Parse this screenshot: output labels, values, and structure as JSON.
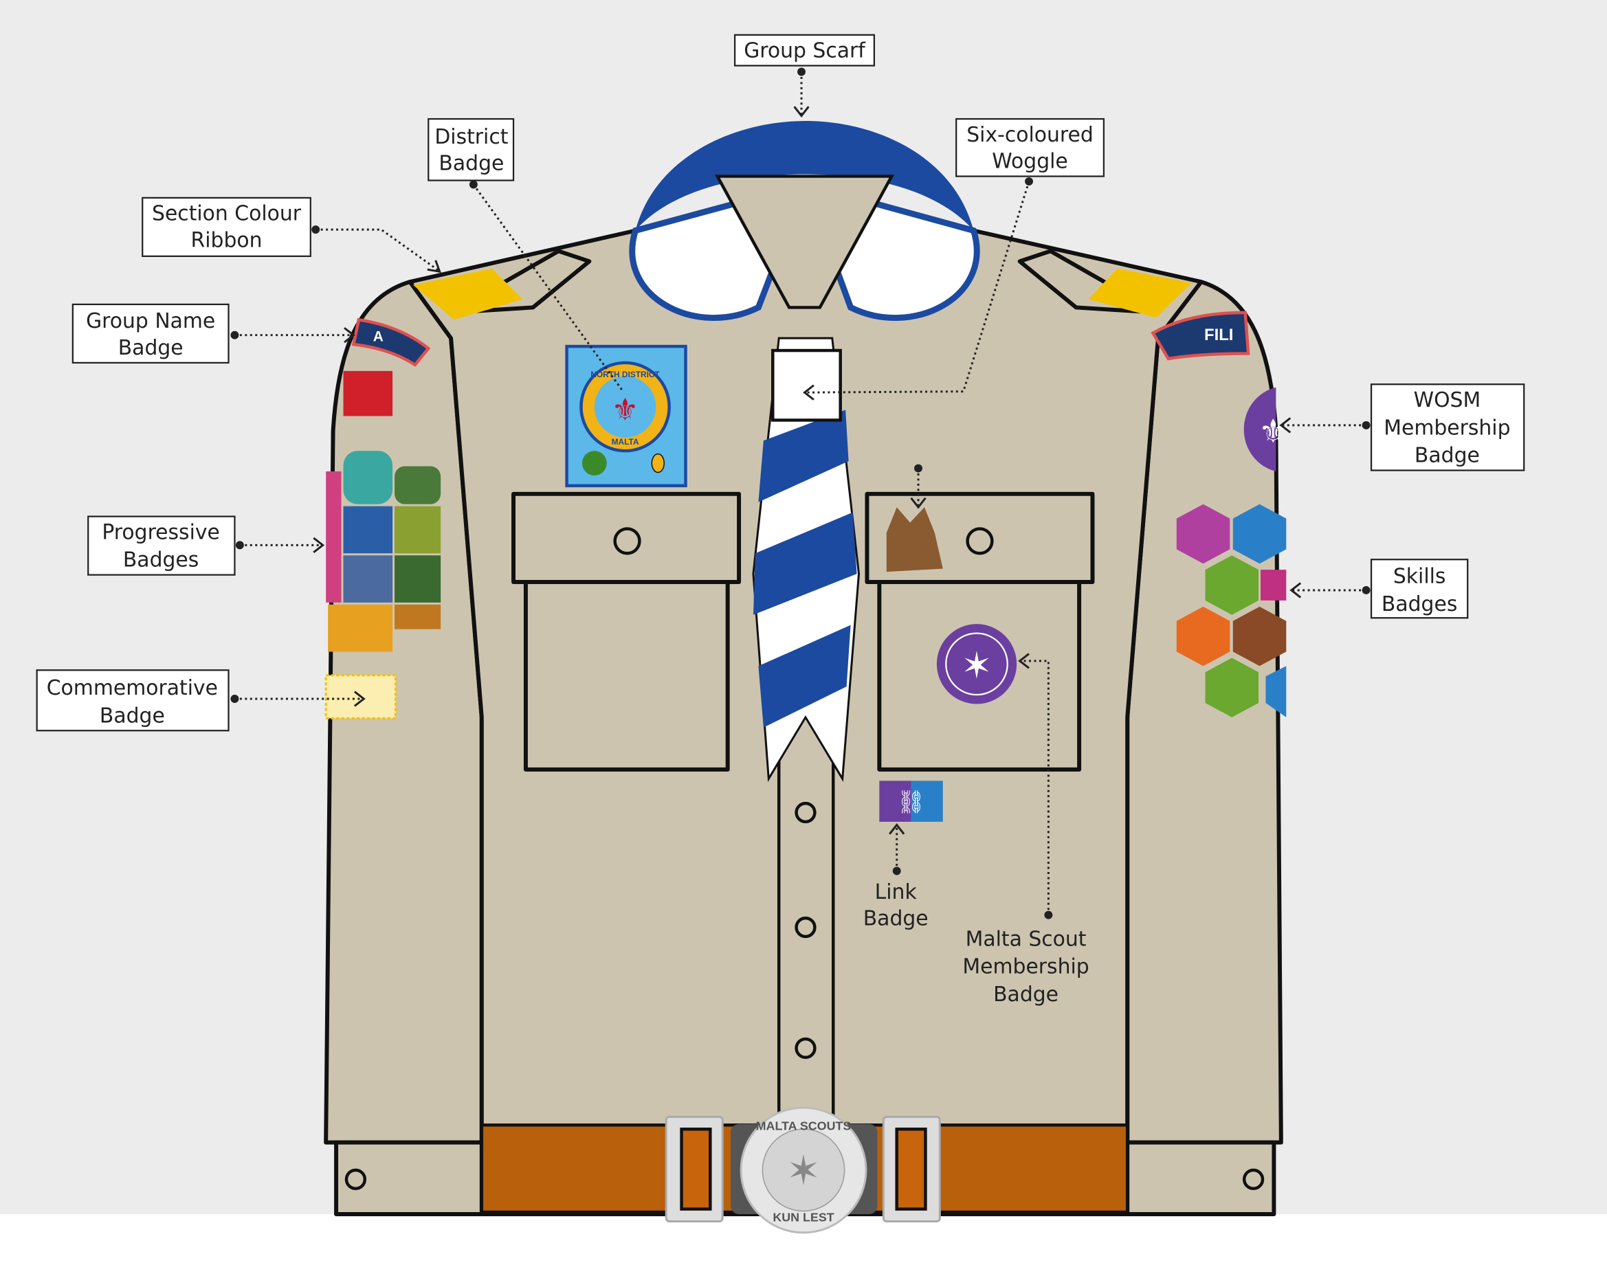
{
  "labels": {
    "group_scarf": "Group Scarf",
    "district_badge": [
      "District",
      "Badge"
    ],
    "section_colour_ribbon": [
      "Section Colour",
      "Ribbon"
    ],
    "group_name_badge": [
      "Group Name",
      "Badge"
    ],
    "six_coloured_woggle": [
      "Six-coloured",
      "Woggle"
    ],
    "wosm_membership_badge": [
      "WOSM",
      "Membership",
      "Badge"
    ],
    "skills_badges": [
      "Skills",
      "Badges"
    ],
    "progressive_badges": [
      "Progressive",
      "Badges"
    ],
    "commemorative_badge": [
      "Commemorative",
      "Badge"
    ],
    "link_badge": [
      "Link",
      "Badge"
    ],
    "malta_scout_membership_badge": [
      "Malta Scout",
      "Membership",
      "Badge"
    ]
  },
  "patches": {
    "district_top": "NORTH DISTRICT",
    "district_bottom": "MALTA",
    "group_name_left": "A",
    "group_name_right": "FILI",
    "belt_top": "MALTA SCOUTS",
    "belt_bottom": "KUN LEST"
  },
  "colors": {
    "shirt": "#cdc4b0",
    "scarf_blue": "#1c4aa0",
    "ribbon_yellow": "#f2c200",
    "belt_brown": "#b8600c",
    "wosm_purple": "#6b3fa0"
  }
}
